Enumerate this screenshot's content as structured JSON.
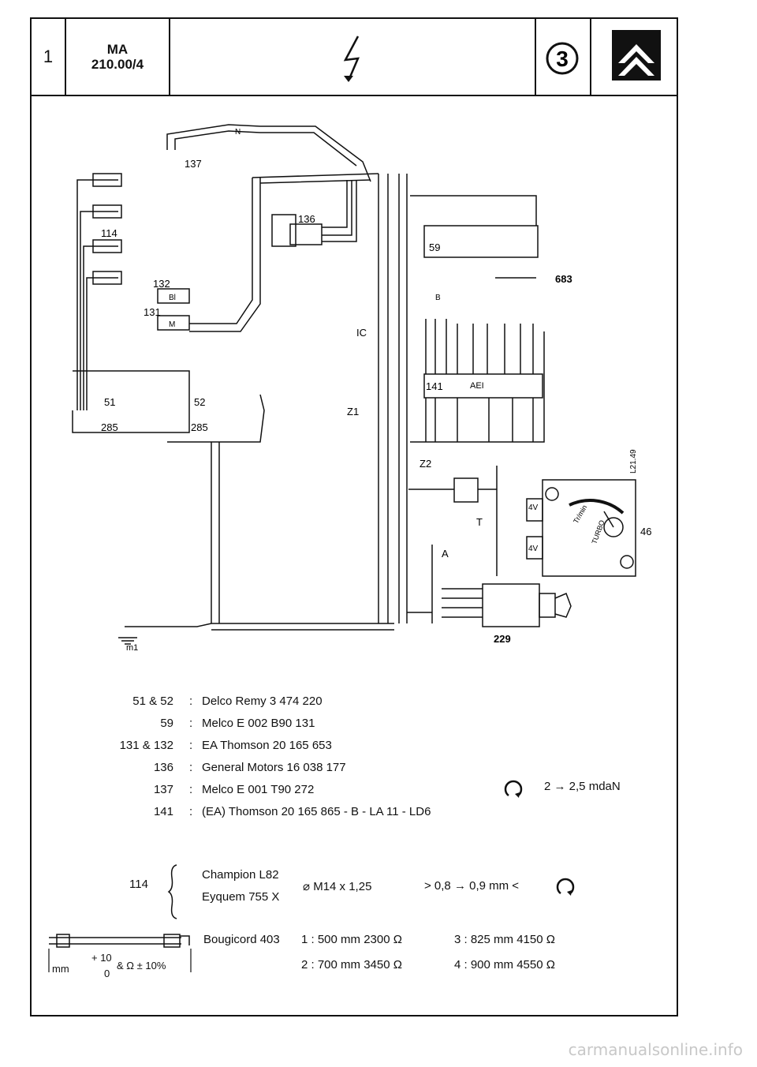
{
  "header": {
    "page": "1",
    "code_line1": "MA",
    "code_line2": "210.00/4",
    "section_number": "3"
  },
  "diagram_labels": {
    "l137": "137",
    "l114": "114",
    "l132": "132",
    "l131": "131",
    "l136": "136",
    "l59": "59",
    "l683": "683",
    "l141": "141",
    "lAEI": "AEI",
    "lIC": "IC",
    "lZ1": "Z1",
    "lZ2": "Z2",
    "l51": "51",
    "l52": "52",
    "l285a": "285",
    "l285b": "285",
    "lT": "T",
    "lA": "A",
    "l46": "46",
    "l229": "229",
    "lm1": "m1",
    "lref": "L21.49",
    "lN": "N",
    "lB": "B",
    "lM": "M",
    "lBl": "Bl",
    "lturbo": "TURBO",
    "lrpm": "Tr/min",
    "l4Va": "4V",
    "l4Vb": "4V"
  },
  "parts": [
    {
      "ref": "51 & 52",
      "colon": ":",
      "desc": "Delco Remy 3 474 220"
    },
    {
      "ref": "59",
      "colon": ":",
      "desc": "Melco E 002 B90 131"
    },
    {
      "ref": "131 & 132",
      "colon": ":",
      "desc": "EA Thomson 20 165 653"
    },
    {
      "ref": "136",
      "colon": ":",
      "desc": "General Motors 16 038 177"
    },
    {
      "ref": "137",
      "colon": ":",
      "desc": "Melco E 001 T90 272"
    },
    {
      "ref": "141",
      "colon": ":",
      "desc": "(EA) Thomson 20 165 865 - B - LA 11 - LD6"
    }
  ],
  "torque": "2 → 2,5 mdaN",
  "plugs": {
    "ref": "114",
    "line1": "Champion L82",
    "line2": "Eyquem 755 X",
    "thread": "⌀ M14 x 1,25",
    "gap": "> 0,8 → 0,9 mm <"
  },
  "leads": {
    "name": "Bougicord 403",
    "tol_left": "mm",
    "tol_plus": "+ 10",
    "tol_zero": "0",
    "tol_right": "& Ω ± 10%",
    "items": [
      "1  :  500 mm 2300 Ω",
      "2  :  700 mm 3450 Ω",
      "3  :  825 mm 4150 Ω",
      "4  :  900 mm 4550 Ω"
    ]
  },
  "watermark": "carmanualsonline.info"
}
